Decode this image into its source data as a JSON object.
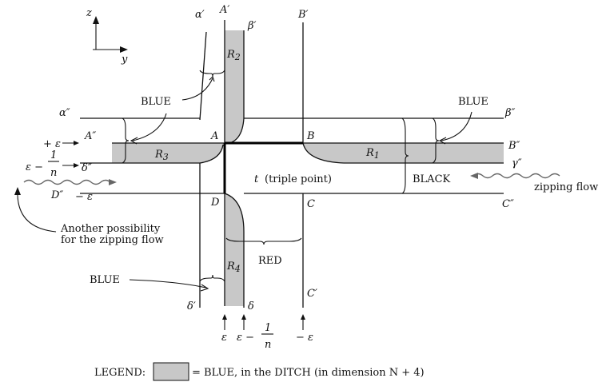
{
  "axes": {
    "z": "z",
    "y": "y"
  },
  "labels": {
    "alpha_p": "α′",
    "A_p": "A′",
    "beta_p": "β′",
    "B_p": "B′",
    "R2": "R",
    "R2_sub": "2",
    "R1": "R",
    "R1_sub": "1",
    "R3": "R",
    "R3_sub": "3",
    "R4": "R",
    "R4_sub": "4",
    "blue_top": "BLUE",
    "blue_right": "BLUE",
    "blue_bottom": "BLUE",
    "alpha_pp": "α″",
    "beta_pp": "β″",
    "A_pp": "A″",
    "B_pp": "B″",
    "gamma_pp": "γ″",
    "delta_pp": "δ″",
    "D_pp": "D″",
    "C_pp": "C″",
    "A": "A",
    "B": "B",
    "C": "C",
    "D": "D",
    "C_p": "C′",
    "delta_p": "δ′",
    "delta": "δ",
    "plus_eps": "+ ε",
    "eps_minus": "ε −",
    "one": "1",
    "n": "n",
    "minus_eps": "− ε",
    "triple_point": "(triple point)",
    "t": "t",
    "black": "BLACK",
    "red": "RED",
    "zipping_flow": "zipping flow",
    "another_1": "Another possibility",
    "another_2": "for the zipping flow",
    "bot_eps": "ε",
    "bot_eps_minus": "ε −",
    "bot_one": "1",
    "bot_n": "n",
    "bot_minus_eps": "− ε"
  },
  "legend": {
    "prefix": "LEGEND:",
    "text": "= BLUE, in the DITCH (in dimension N + 4)"
  },
  "colors": {
    "ditch": "#c8c8c8",
    "ink": "#111111"
  }
}
